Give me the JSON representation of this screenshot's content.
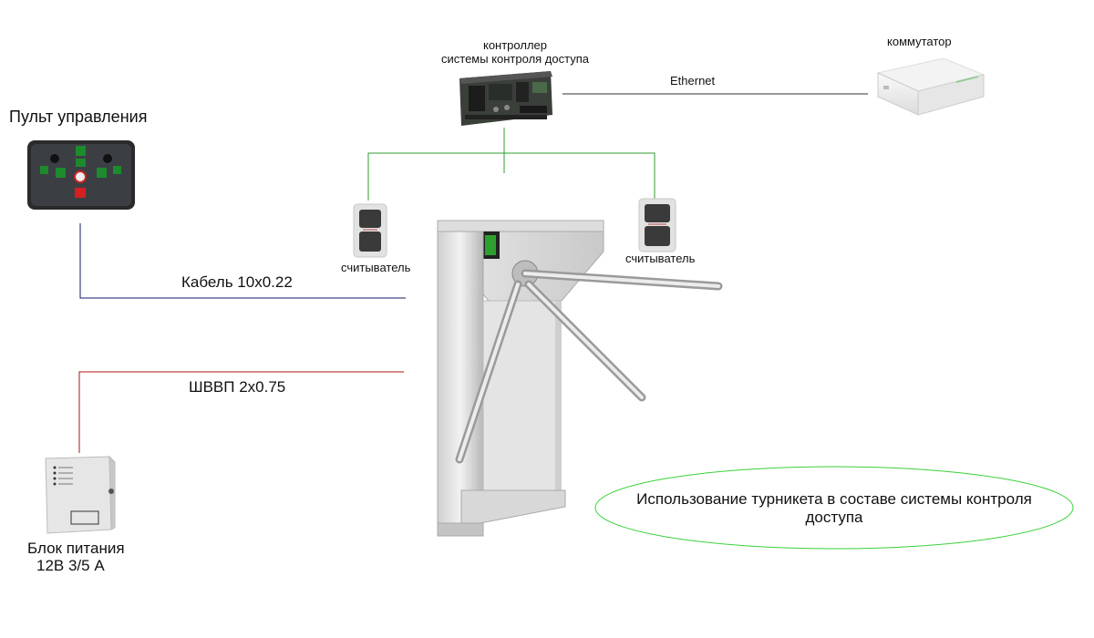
{
  "labels": {
    "controller_line1": "контроллер",
    "controller_line2": "системы контроля доступа",
    "switch": "коммутатор",
    "ethernet": "Ethernet",
    "remote": "Пульт управления",
    "reader_left": "считыватель",
    "reader_right": "считыватель",
    "cable_data": "Кабель 10x0.22",
    "cable_power": "ШВВП 2x0.75",
    "psu_line1": "Блок питания",
    "psu_line2": "12В 3/5 А",
    "caption": "Использование турникета в составе системы контроля доступа"
  },
  "colors": {
    "data_cable": "#1a1a6e",
    "power_cable": "#b01010",
    "reader_cable": "#2f9e2f",
    "ethernet_cable": "#333333",
    "caption_ellipse": "#3ad13a"
  },
  "icons": [
    "controller-board-icon",
    "network-switch-icon",
    "remote-panel-icon",
    "card-reader-icon",
    "turnstile-icon",
    "power-supply-icon"
  ]
}
